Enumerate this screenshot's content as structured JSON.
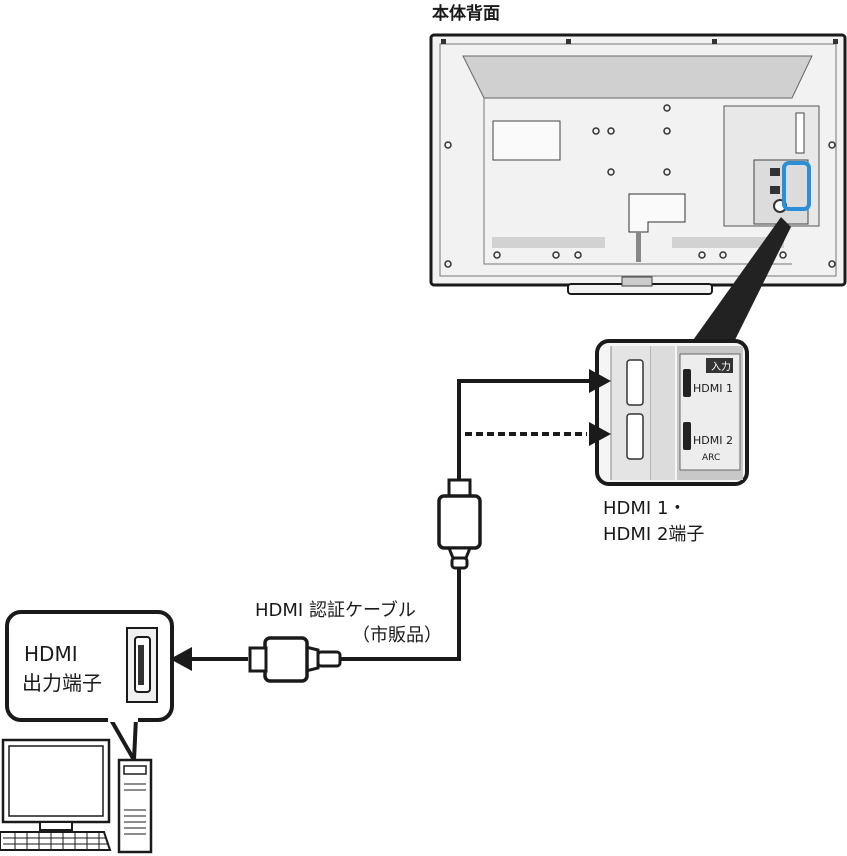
{
  "labels": {
    "tv_back": "本体背面",
    "tv_ports_line1": "HDMI 1・",
    "tv_ports_line2": "HDMI 2端子",
    "cable_line1": "HDMI 認証ケーブル",
    "cable_line2": "（市販品）",
    "pc_port_line1": "HDMI",
    "pc_port_line2": "出力端子"
  },
  "port_panel": {
    "input_label": "入力",
    "hdmi1": "HDMI 1",
    "hdmi2": "HDMI 2",
    "arc": "ARC"
  }
}
